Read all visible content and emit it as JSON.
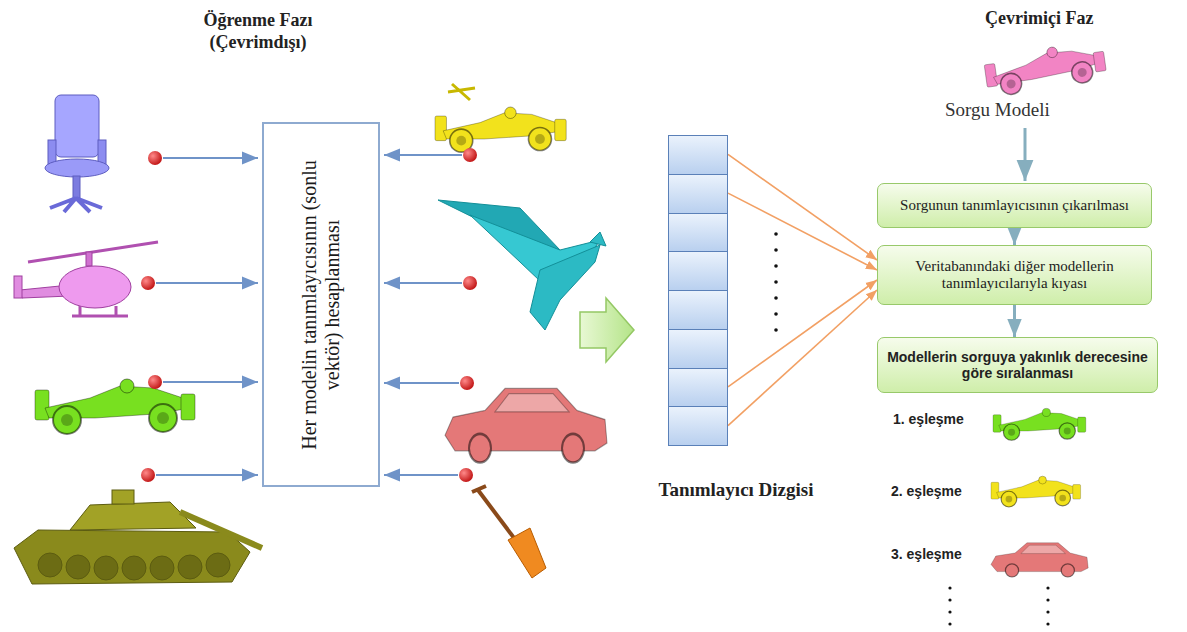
{
  "diagram": {
    "nodes": [
      {
        "text": [
          "Her modelin tanımlayıcısının (sonlu vektör) hesaplanması"
        ]
      },
      {
        "text": [
          "Tanımlayıcı Dizgisi"
        ]
      },
      {
        "text": [
          "Sorgunun tanımlayıcısının çıkarılması"
        ]
      },
      {
        "text": [
          "Veritabanındaki diğer modellerin tanımlayıcılarıyla kıyası"
        ]
      },
      {
        "text": [
          "Modellerin sorguya yakınlık derecesine göre sıralanması"
        ]
      }
    ],
    "edges": [
      {
        "from": 1,
        "to": 3,
        "arrow": "to"
      },
      {
        "from": 1,
        "to": 3,
        "arrow": "to"
      },
      {
        "from": 1,
        "to": 3,
        "arrow": "to"
      },
      {
        "from": 1,
        "to": 3,
        "arrow": "to"
      },
      {
        "from": 2,
        "to": 3,
        "arrow": "to"
      },
      {
        "from": 3,
        "to": 4,
        "arrow": "to"
      }
    ],
    "labels": [
      "Öğrenme Fazı (Çevrimdışı)",
      "Çevrimiçi Faz",
      "Sorgu Modeli",
      "1. eşleşme",
      "2. eşleşme",
      "3. eşleşme"
    ]
  }
}
